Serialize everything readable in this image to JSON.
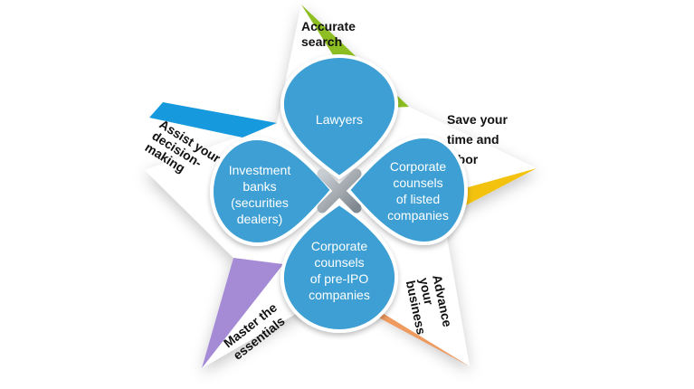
{
  "colors": {
    "petal": "#3d9fd3",
    "petal_border": "#ffffff",
    "star_face": "#ffffff",
    "wedge_top": "#8dbe22",
    "wedge_right": "#f2c20f",
    "wedge_bottom": "#ef9a5f",
    "wedge_left": "#a58ad6",
    "wedge_topleft": "#1799dd",
    "label_text": "#111111",
    "petal_text": "#ffffff"
  },
  "center_icon": "cross-x-icon",
  "benefits": {
    "top": [
      "Accurate",
      "search"
    ],
    "right": [
      "Save your",
      "time and",
      "labor"
    ],
    "bottom_right": [
      "Advance",
      "your",
      "business"
    ],
    "bottom_left": [
      "Master the",
      "essentials"
    ],
    "top_left": [
      "Assist your",
      "decision-",
      "making"
    ]
  },
  "users": {
    "top": [
      "Lawyers"
    ],
    "right": [
      "Corporate",
      "counsels",
      "of listed",
      "companies"
    ],
    "bottom": [
      "Corporate",
      "counsels",
      "of pre-IPO",
      "companies"
    ],
    "left": [
      "Investment",
      "banks",
      "(securities",
      "dealers)"
    ]
  }
}
